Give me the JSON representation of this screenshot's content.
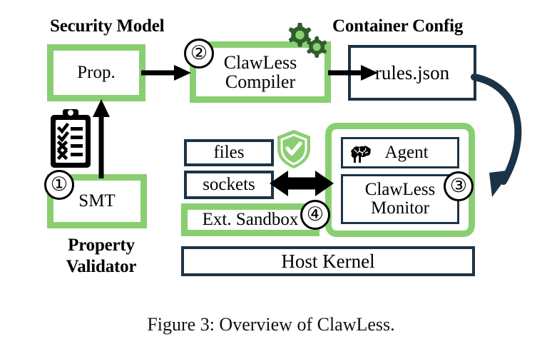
{
  "figure": {
    "caption": "Figure 3: Overview of ClawLess.",
    "colors": {
      "green_light": "#8ACE72",
      "green_dark": "#2F5E2A",
      "navy": "#1B3347",
      "black": "#000000",
      "white": "#FFFFFF"
    }
  },
  "headings": {
    "security_model": "Security Model",
    "container_config": "Container Config",
    "property_validator_line1": "Property",
    "property_validator_line2": "Validator"
  },
  "steps": {
    "one": "①",
    "two": "②",
    "three": "③",
    "four": "④"
  },
  "nodes": {
    "prop": {
      "label": "Prop."
    },
    "smt": {
      "label": "SMT"
    },
    "compiler": {
      "line1": "ClawLess",
      "line2": "Compiler"
    },
    "rules_json": {
      "label": "rules.json"
    },
    "files": {
      "label": "files"
    },
    "sockets": {
      "label": "sockets"
    },
    "ext_sandbox": {
      "label": "Ext. Sandbox"
    },
    "agent": {
      "label": "Agent"
    },
    "monitor": {
      "line1": "ClawLess",
      "line2": "Monitor"
    },
    "host_kernel": {
      "label": "Host Kernel"
    }
  },
  "icons": {
    "clipboard": "clipboard-checklist-icon",
    "gears": "gears-icon",
    "shield": "shield-check-icon",
    "brain": "brain-icon"
  },
  "arrows": {
    "smt_to_prop": "arrow-up-smt-to-prop",
    "prop_to_compiler": "arrow-right-prop-to-compiler",
    "compiler_to_rules": "arrow-right-compiler-to-rules",
    "rules_to_monitor": "curved-arrow-rules-to-monitor",
    "sandbox_agent_bidirectional": "double-arrow-sandbox-agent"
  }
}
